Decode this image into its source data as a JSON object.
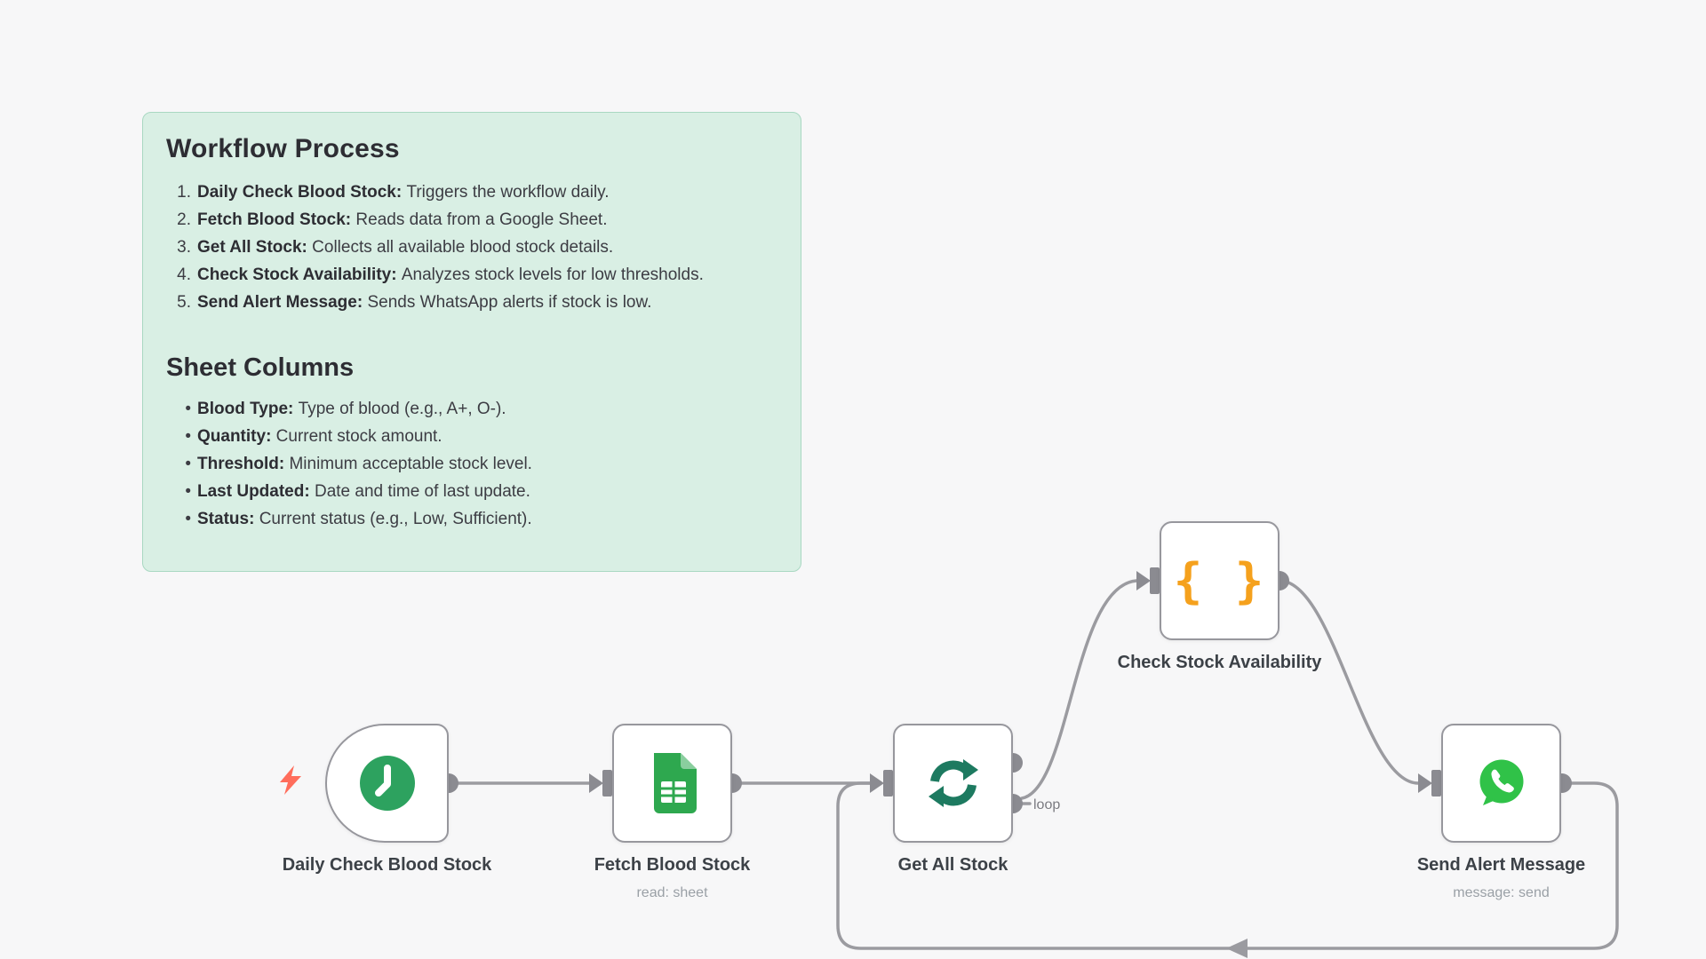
{
  "sticky": {
    "title": "Workflow Process",
    "steps": [
      {
        "num": "1.",
        "name": "Daily Check Blood Stock",
        "desc": "Triggers the workflow daily."
      },
      {
        "num": "2.",
        "name": "Fetch Blood Stock",
        "desc": "Reads data from a Google Sheet."
      },
      {
        "num": "3.",
        "name": "Get All Stock",
        "desc": "Collects all available blood stock details."
      },
      {
        "num": "4.",
        "name": "Check Stock Availability",
        "desc": "Analyzes stock levels for low thresholds."
      },
      {
        "num": "5.",
        "name": "Send Alert Message",
        "desc": "Sends WhatsApp alerts if stock is low."
      }
    ],
    "subtitle": "Sheet Columns",
    "bullet": "•",
    "columns": [
      {
        "name": "Blood Type",
        "desc": "Type of blood (e.g., A+, O-)."
      },
      {
        "name": "Quantity",
        "desc": "Current stock amount."
      },
      {
        "name": "Threshold",
        "desc": "Minimum acceptable stock level."
      },
      {
        "name": "Last Updated",
        "desc": "Date and time of last update."
      },
      {
        "name": "Status",
        "desc": "Current status (e.g., Low, Sufficient)."
      }
    ]
  },
  "nodes": [
    {
      "label": "Daily Check Blood Stock",
      "sub": "",
      "icon": "clock-icon"
    },
    {
      "label": "Fetch Blood Stock",
      "sub": "read: sheet",
      "icon": "google-sheets-icon"
    },
    {
      "label": "Get All Stock",
      "sub": "",
      "icon": "loop-icon",
      "loop_label": "loop"
    },
    {
      "label": "Check Stock Availability",
      "sub": "",
      "icon": "code-icon"
    },
    {
      "label": "Send Alert Message",
      "sub": "message: send",
      "icon": "whatsapp-icon"
    }
  ],
  "icons": {
    "code_glyph": "{ }"
  },
  "colors": {
    "canvas_bg": "#f7f7f8",
    "sticky_bg": "#d9efe4",
    "sticky_border": "#a9d8c2",
    "wire_gray": "#9b9ba0",
    "connector_gray": "#8b8b91",
    "clock_green": "#2da25f",
    "sheets_green": "#2ea84f",
    "loop_green": "#1d7a60",
    "code_orange": "#f5a11d",
    "whatsapp_green": "#30c248",
    "trigger_bolt_coral": "#ff6d5c"
  }
}
